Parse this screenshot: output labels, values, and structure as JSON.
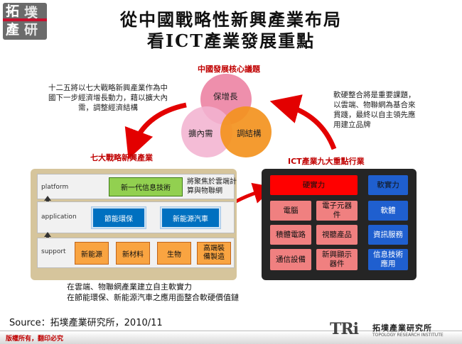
{
  "logo": {
    "chars": [
      "拓",
      "墣",
      "產",
      "研"
    ]
  },
  "title": {
    "line1": "從中國戰略性新興產業布局",
    "line2": "看ICT產業發展重點"
  },
  "core": {
    "heading": "中國發展核心議題",
    "circles": [
      "保增長",
      "擴內需",
      "調結構"
    ]
  },
  "notes": {
    "left": "十二五將以七大戰略新興產業作為中國下一步經濟增長動力，藉以擴大內需，調整經濟結構",
    "right": "軟硬整合將是重要課題，以雲端、物聯網為基合來貫踐，最終以自主領先應用建立品牌"
  },
  "left_panel": {
    "heading": "七大戰略新興產業",
    "platform": {
      "label": "platform",
      "box": "新一代信息技術",
      "note": "將聚焦於雲端計算與物聯網"
    },
    "application": {
      "label": "application",
      "boxes": [
        "節能環保",
        "新能源汽車"
      ]
    },
    "support": {
      "label": "support",
      "boxes": [
        "新能源",
        "新材料",
        "生物",
        "高端裝備製造"
      ]
    }
  },
  "right_panel": {
    "heading": "ICT產業九大重點行業",
    "hard_head": "硬實力",
    "soft_head": "軟實力",
    "hard": [
      "電腦",
      "電子元器件",
      "積體電路",
      "視聽產品",
      "通信設備",
      "新興顯示器件"
    ],
    "soft": [
      "軟體",
      "資訊服務",
      "信息技術應用"
    ]
  },
  "bottom_text": {
    "line1": "在雲端、物聯網產業建立自主軟實力",
    "line2": "在節能環保、新能源汽車之應用面整合軟硬價值鏈"
  },
  "source": "Source：拓墣產業研究所，2010/11",
  "footer": {
    "copyright": "版權所有，翻印必究",
    "tri_logo": "TRi",
    "tri_name": "拓墣產業研究所",
    "tri_sub": "TOPOLOGY RESEARCH INSTITUTE"
  },
  "colors": {
    "accent_red": "#c00000",
    "green": "#92d050",
    "blue": "#0070c0",
    "orange": "#f9a441",
    "hard_head": "#ff0000",
    "soft": "#1f5fcf",
    "hard_cell": "#f08080"
  }
}
